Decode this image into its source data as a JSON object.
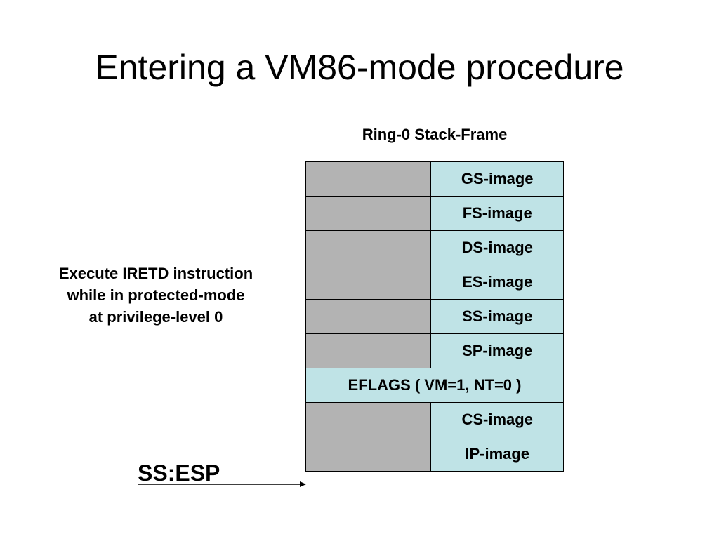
{
  "title": "Entering a VM86-mode procedure",
  "stack_frame": {
    "title": "Ring-0 Stack-Frame",
    "rows": [
      {
        "label": "GS-image",
        "full_width": false
      },
      {
        "label": "FS-image",
        "full_width": false
      },
      {
        "label": "DS-image",
        "full_width": false
      },
      {
        "label": "ES-image",
        "full_width": false
      },
      {
        "label": "SS-image",
        "full_width": false
      },
      {
        "label": "SP-image",
        "full_width": false
      },
      {
        "label": "EFLAGS ( VM=1, NT=0 )",
        "full_width": true
      },
      {
        "label": "CS-image",
        "full_width": false
      },
      {
        "label": "IP-image",
        "full_width": false
      }
    ]
  },
  "note": "Execute IRETD instruction\nwhile in protected-mode\nat privilege-level 0",
  "pointer": {
    "label": "SS:ESP"
  },
  "colors": {
    "unused_half": "#b3b3b3",
    "image_cell": "#bfe3e6"
  }
}
